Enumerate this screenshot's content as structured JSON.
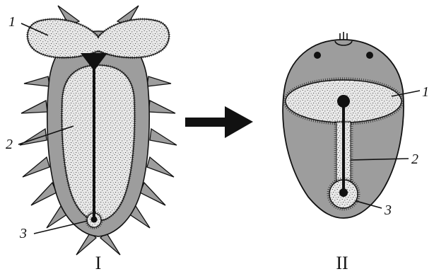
{
  "figure": {
    "left": {
      "roman": "I",
      "labels": [
        "1",
        "2",
        "3"
      ]
    },
    "right": {
      "roman": "II",
      "labels": [
        "1",
        "2",
        "3"
      ]
    },
    "arrow_color": "#111111",
    "body_color": "#9d9d9d",
    "stipple_fill": "#e6e6e6",
    "outline_color": "#111111"
  }
}
